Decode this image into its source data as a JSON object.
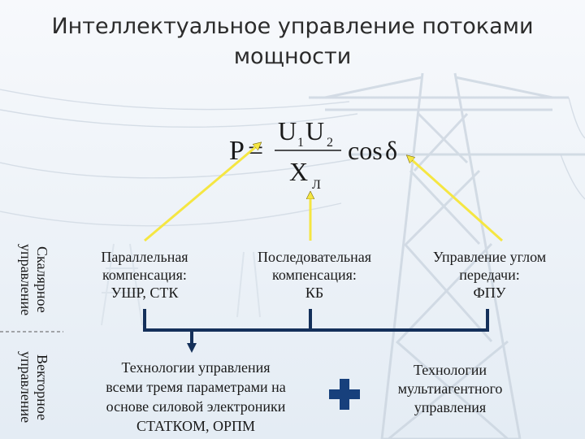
{
  "title": {
    "line1": "Интеллектуальное управление потоками",
    "line2": "мощности"
  },
  "formula": {
    "lhs": "P",
    "equals": "=",
    "num_u1": "U",
    "num_sub1": "1",
    "num_u2": "U",
    "num_sub2": "2",
    "den_x": "X",
    "den_sub": "Л",
    "cos": "cos",
    "delta": "δ"
  },
  "side_labels": {
    "scalar_line1": "Скалярное",
    "scalar_line2": "управление",
    "vector_line1": "Векторное",
    "vector_line2": "управление"
  },
  "boxes": {
    "parallel": [
      "Параллельная",
      "компенсация:",
      "УШР, СТК"
    ],
    "series": [
      "Последовательная",
      "компенсация:",
      "КБ"
    ],
    "angle": [
      "Управление углом",
      "передачи:",
      "ФПУ"
    ],
    "tech_three": [
      "Технологии управления",
      "всеми тремя параметрами на",
      "основе силовой электроники",
      "СТАТКОМ, ОРПМ"
    ],
    "tech_multiagent": [
      "Технологии",
      "мультиагентного",
      "управления"
    ]
  },
  "colors": {
    "arrow_yellow": "#f5e642",
    "bracket_navy": "#14305a",
    "plus_navy": "#17407c",
    "background": "#eef3f8"
  }
}
